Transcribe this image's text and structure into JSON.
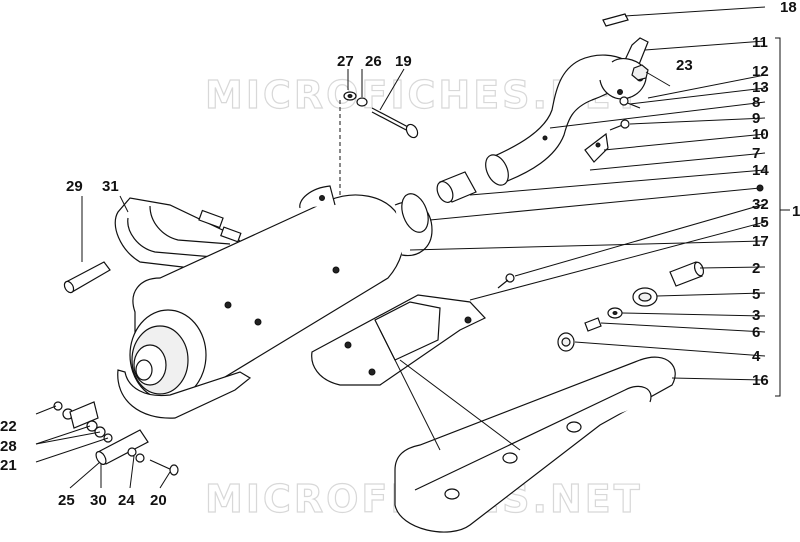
{
  "watermark": {
    "top": "MICROFICHES.NET",
    "bottom": "MICROFICHES.NET"
  },
  "labels": {
    "l1": "1",
    "l2": "2",
    "l3": "3",
    "l4": "4",
    "l5": "5",
    "l6": "6",
    "l7": "7",
    "l8": "8",
    "l9": "9",
    "l10": "10",
    "l11": "11",
    "l12": "12",
    "l13": "13",
    "l14": "14",
    "l15": "15",
    "l16": "16",
    "l17": "17",
    "l18": "18",
    "l19": "19",
    "l20": "20",
    "l21": "21",
    "l22": "22",
    "l23": "23",
    "l24": "24",
    "l25": "25",
    "l26": "26",
    "l27": "27",
    "l28": "28",
    "l29": "29",
    "l30": "30",
    "l31": "31",
    "l32": "32"
  }
}
